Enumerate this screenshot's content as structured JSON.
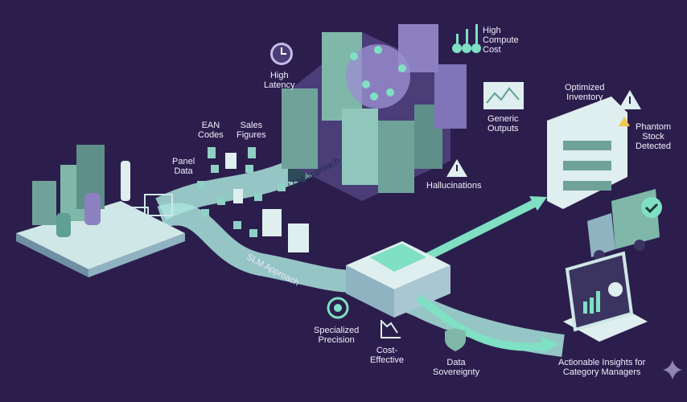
{
  "colors": {
    "background": "#2b1e4d",
    "flow": "#a9e3dc",
    "server": "#6fa39a",
    "accent": "#7fe0c3",
    "warning": "#f2c94c"
  },
  "labels": {
    "high_latency": "High\nLatency",
    "high_compute_cost": "High\nCompute\nCost",
    "ean_codes": "EAN\nCodes",
    "sales_figures": "Sales\nFigures",
    "panel_data": "Panel\nData",
    "generic_outputs": "Generic\nOutputs",
    "hallucinations": "Hallucinations",
    "llm_approach": "LLM Approach",
    "slm_approach": "SLM Approach",
    "optimized_inventory": "Optimized\nInventory",
    "phantom_stock": "Phantom\nStock\nDetected",
    "specialized_precision": "Specialized\nPrecision",
    "cost_effective": "Cost-\nEffective",
    "data_sovereignty": "Data\nSovereignty",
    "actionable_insights": "Actionable Insights for\nCategory Managers"
  },
  "icons": [
    "clock-icon",
    "dollar-arrows-icon",
    "chart-window-icon",
    "warning-icon",
    "target-icon",
    "declining-chart-icon",
    "shield-icon",
    "check-icon",
    "sparkle-icon"
  ]
}
